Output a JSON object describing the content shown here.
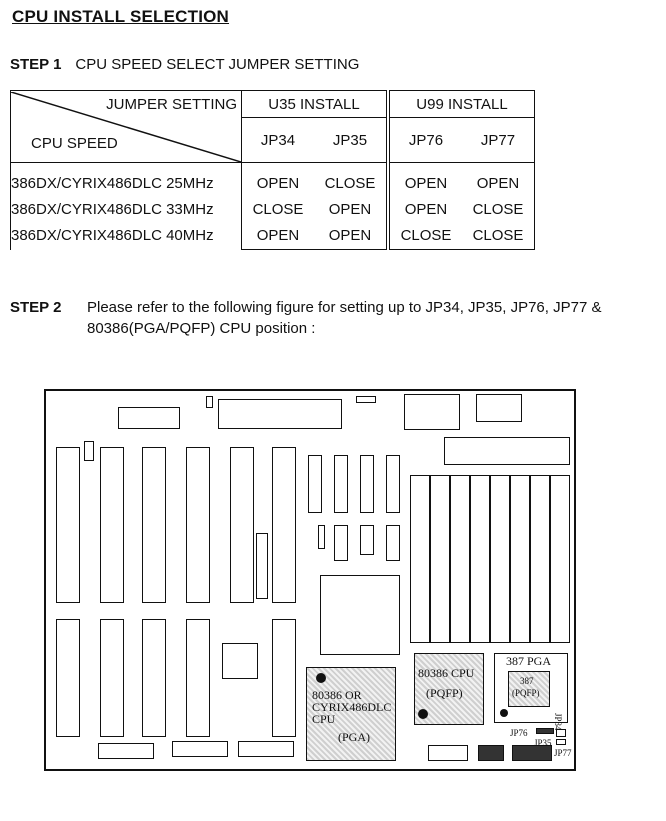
{
  "title": "CPU INSTALL SELECTION",
  "step1": {
    "label": "STEP 1",
    "text": "CPU SPEED SELECT JUMPER SETTING"
  },
  "table": {
    "corner_top": "JUMPER SETTING",
    "corner_bottom": "CPU SPEED",
    "groups": [
      "U35 INSTALL",
      "U99 INSTALL"
    ],
    "jumpers": [
      "JP34",
      "JP35",
      "JP76",
      "JP77"
    ],
    "rows": [
      {
        "cpu": "386DX/CYRIX486DLC 25MHz",
        "values": [
          "OPEN",
          "CLOSE",
          "OPEN",
          "OPEN"
        ]
      },
      {
        "cpu": "386DX/CYRIX486DLC 33MHz",
        "values": [
          "CLOSE",
          "OPEN",
          "OPEN",
          "CLOSE"
        ]
      },
      {
        "cpu": "386DX/CYRIX486DLC 40MHz",
        "values": [
          "OPEN",
          "OPEN",
          "CLOSE",
          "CLOSE"
        ]
      }
    ]
  },
  "step2": {
    "label": "STEP 2",
    "text": "Please refer to the following figure for setting up to JP34, JP35, JP76, JP77 & 80386(PGA/PQFP) CPU position :"
  },
  "board": {
    "pga_line1": "80386 OR",
    "pga_line2": "CYRIX486DLC",
    "pga_line3": "CPU",
    "pga_line4": "(PGA)",
    "pqfp_line1": "80386 CPU",
    "pqfp_line2": "(PQFP)",
    "fpu_title": "387 PGA",
    "fpu_inner1": "387",
    "fpu_inner2": "(PQFP)",
    "jp76": "JP76",
    "jp35": "JP35",
    "jp77": "JP77",
    "jp34": "JP34"
  }
}
